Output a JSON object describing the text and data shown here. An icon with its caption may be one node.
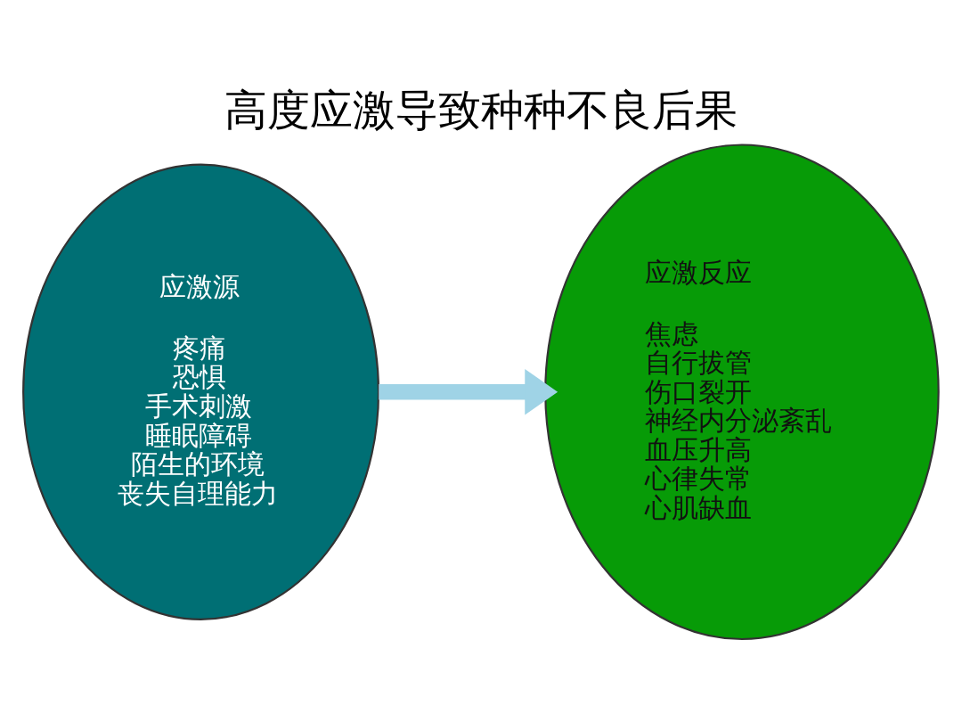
{
  "diagram": {
    "title": "高度应激导致种种不良后果",
    "nodes": [
      {
        "text": [
          "应激源",
          "疼痛",
          "恐惧",
          "手术刺激",
          "睡眠障碍",
          "陌生的环境",
          "丧失自理能力"
        ]
      },
      {
        "text": [
          "应激反应",
          "焦虑",
          "自行拔管",
          "伤口裂开",
          "神经内分泌紊乱",
          "血压升高",
          "心律失常",
          "心肌缺血"
        ]
      }
    ],
    "edges": [
      {
        "from": 0,
        "to": 1,
        "arrow": "to"
      }
    ]
  }
}
